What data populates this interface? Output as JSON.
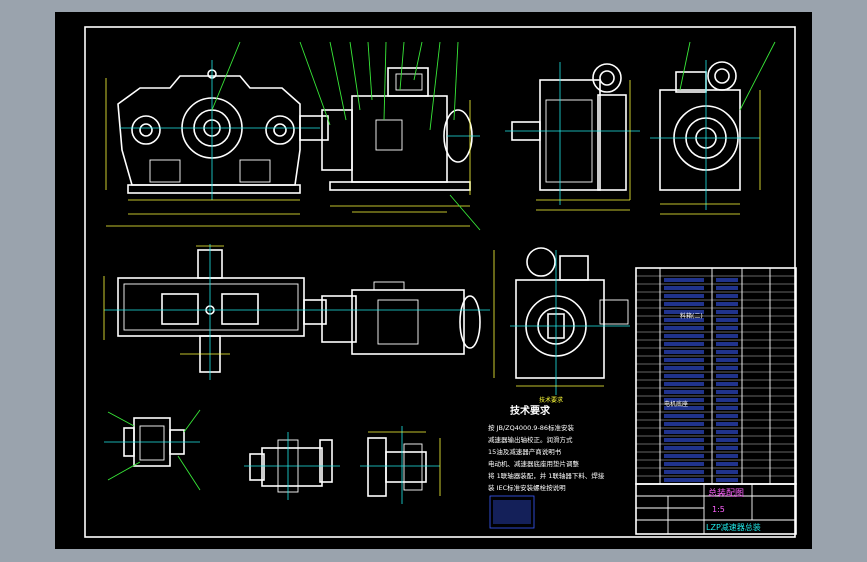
{
  "notes": {
    "title": "技术要求",
    "lines": [
      "按 JB/ZQ4000.9-86标准安装",
      "减速器输出轴校正。润滑方式",
      "15油及减速器产商说明书",
      "电动机、减速器底座用垫片调整",
      "将 1联轴器装配，并 1联轴器下料、焊接",
      "装 IEC标准安装螺栓按说明"
    ]
  },
  "section_labels": {
    "side_view_caption": "技术要求",
    "parts_list_row": "料箱(二)",
    "parts_list_row2": "电机底座"
  },
  "title_block": {
    "drawing_name": "总装配图",
    "scale_text": "1:5",
    "drawing_no": "LZP减速器总装"
  },
  "colors": {
    "background": "#000000",
    "outline": "#ffffff",
    "dimension": "#ffff3a",
    "centerline": "#20e8e8",
    "table_text": "#3a5cff",
    "leader": "#38e838",
    "title_text": "#ff40ff"
  }
}
